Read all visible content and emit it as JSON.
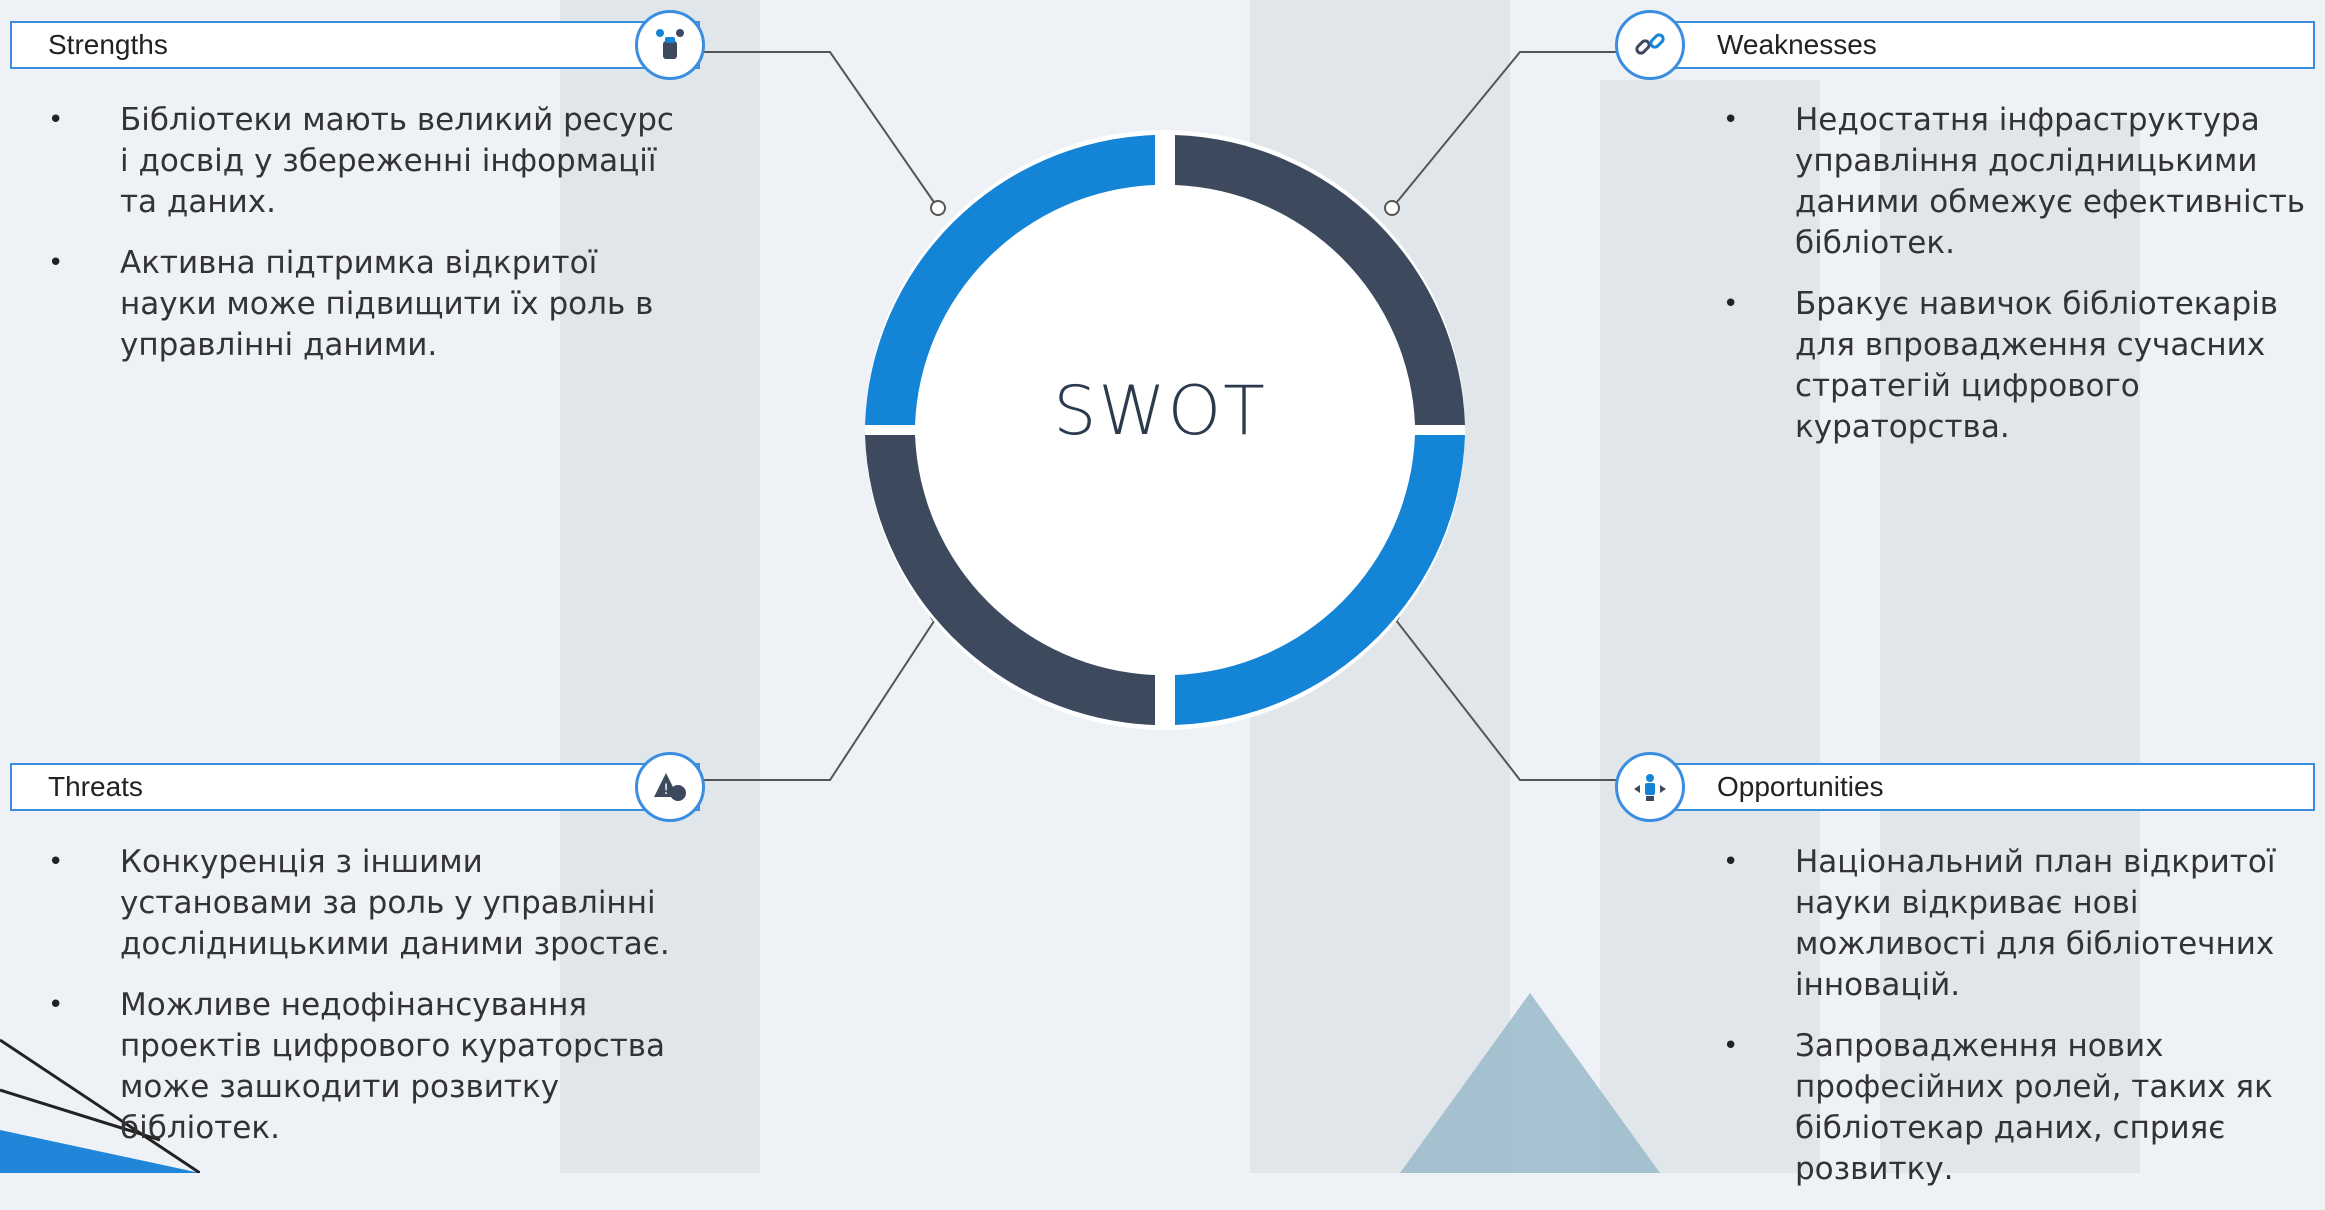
{
  "center": {
    "title": "SWOT"
  },
  "strengths": {
    "label": "Strengths",
    "icon": "fist-team-icon",
    "bullets": [
      "Бібліотеки мають великий ресурс і досвід у збереженні інформації та даних.",
      "Активна підтримка відкритої науки може підвищити їх роль в управлінні даними."
    ]
  },
  "weaknesses": {
    "label": "Weaknesses",
    "icon": "broken-link-icon",
    "bullets": [
      "Недостатня інфраструктура управління дослідницькими даними обмежує ефективність бібліотек.",
      "Бракує навичок бібліотекарів для впровадження сучасних стратегій цифрового кураторства."
    ]
  },
  "threats": {
    "label": "Threats",
    "icon": "warning-bomb-icon",
    "bullets": [
      "Конкуренція з іншими установами за роль у управлінні дослідницькими даними зростає.",
      "Можливе недофінансування проектів цифрового кураторства може зашкодити розвитку бібліотек."
    ]
  },
  "opportunities": {
    "label": "Opportunities",
    "icon": "person-arrows-icon",
    "bullets": [
      "Національний план відкритої науки відкриває нові можливості для бібліотечних інновацій.",
      "Запровадження нових професійних ролей, таких як бібліотекар даних, сприяє розвитку."
    ]
  },
  "colors": {
    "accent_blue": "#1484d6",
    "dark_slate": "#3d4a5e",
    "border_blue": "#3a8ee0"
  }
}
